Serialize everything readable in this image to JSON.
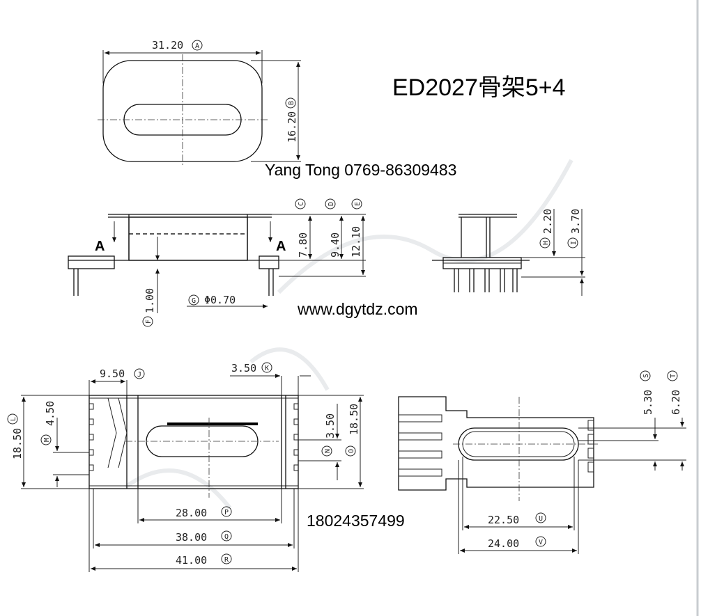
{
  "title": "ED2027骨架5+4",
  "contact_name": "Yang Tong 0769-86309483",
  "website": "www.dgytdz.com",
  "phone": "18024357499",
  "top_view": {
    "width_dim": "31.20",
    "width_tag": "A",
    "height_dim": "16.20",
    "height_tag": "B"
  },
  "side_view": {
    "c_tag": "C",
    "c_dim": "7.80",
    "d_tag": "D",
    "d_dim": "9.40",
    "e_tag": "E",
    "e_dim": "12.10",
    "f_tag": "F",
    "f_dim": "1.00",
    "g_tag": "G",
    "g_dim": "Φ0.70",
    "section_mark": "A"
  },
  "end_view": {
    "h_tag": "H",
    "h_dim": "2.20",
    "i_tag": "I",
    "i_dim": "3.70"
  },
  "bottom_view": {
    "j_dim": "9.50",
    "j_tag": "J",
    "k_dim": "3.50",
    "k_tag": "K",
    "l_dim": "18.50",
    "l_tag": "L",
    "m_dim": "4.50",
    "m_tag": "M",
    "n_dim": "3.50",
    "n_tag": "N",
    "o_dim": "18.50",
    "o_tag": "O",
    "p_dim": "28.00",
    "p_tag": "P",
    "q_dim": "38.00",
    "q_tag": "Q",
    "r_dim": "41.00",
    "r_tag": "R"
  },
  "section_view": {
    "s_dim": "5.30",
    "s_tag": "S",
    "t_dim": "6.20",
    "t_tag": "T",
    "u_dim": "22.50",
    "u_tag": "U",
    "v_dim": "24.00",
    "v_tag": "V"
  }
}
